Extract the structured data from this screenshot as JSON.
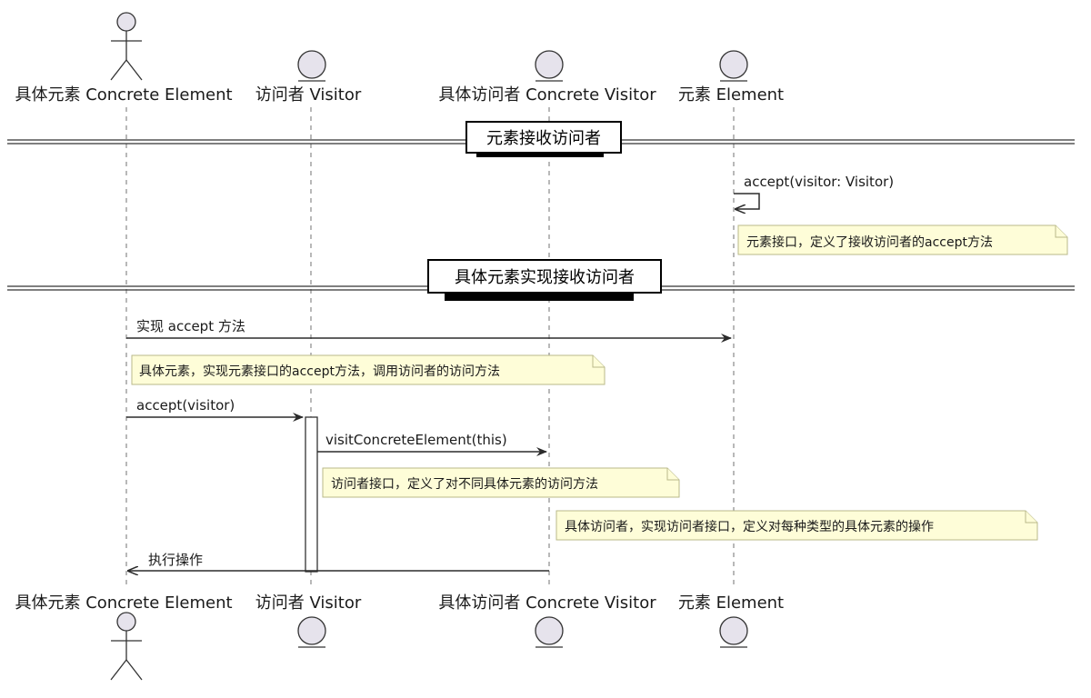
{
  "participants": [
    {
      "label": "具体元素 Concrete Element",
      "kind": "actor"
    },
    {
      "label": "访问者 Visitor",
      "kind": "entity"
    },
    {
      "label": "具体访问者 Concrete Visitor",
      "kind": "entity"
    },
    {
      "label": "元素 Element",
      "kind": "entity"
    }
  ],
  "dividers": [
    {
      "label": "元素接收访问者"
    },
    {
      "label": "具体元素实现接收访问者"
    }
  ],
  "messages": [
    {
      "label": "accept(visitor: Visitor)",
      "from": "元素 Element",
      "to": "元素 Element"
    },
    {
      "label": "实现 accept 方法",
      "from": "具体元素 Concrete Element",
      "to": "元素 Element"
    },
    {
      "label": "accept(visitor)",
      "from": "具体元素 Concrete Element",
      "to": "访问者 Visitor"
    },
    {
      "label": "visitConcreteElement(this)",
      "from": "访问者 Visitor",
      "to": "具体访问者 Concrete Visitor"
    },
    {
      "label": "执行操作",
      "from": "具体访问者 Concrete Visitor",
      "to": "具体元素 Concrete Element"
    }
  ],
  "notes": [
    {
      "text": "元素接口，定义了接收访问者的accept方法"
    },
    {
      "text": "具体元素，实现元素接口的accept方法，调用访问者的访问方法"
    },
    {
      "text": "访问者接口，定义了对不同具体元素的访问方法"
    },
    {
      "text": "具体访问者，实现访问者接口，定义对每种类型的具体元素的操作"
    }
  ],
  "colors": {
    "note_fill": "#fefdd8",
    "participant_fill": "#e6e3ec",
    "line": "#333333"
  }
}
